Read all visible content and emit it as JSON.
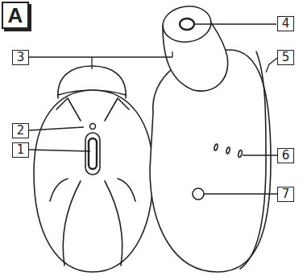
{
  "diagram": {
    "labels": [
      "A",
      "1",
      "2",
      "3",
      "4",
      "5",
      "6",
      "7"
    ]
  }
}
